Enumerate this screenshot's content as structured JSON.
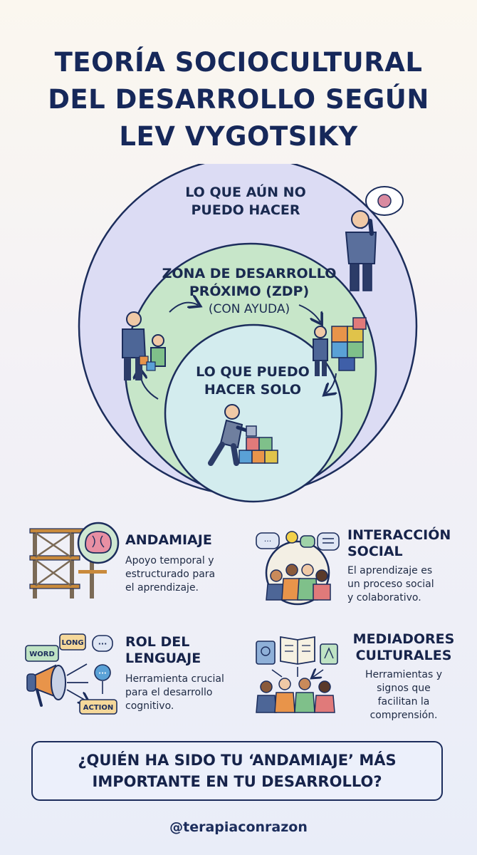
{
  "title": {
    "lines": [
      "TEORÍA SOCIOCULTURAL",
      "DEL DESARROLLO SEGÚN",
      "LEV VYGOTSIKY"
    ]
  },
  "diagram": {
    "outer": {
      "lines": [
        "LO QUE AÚN NO",
        "PUEDO HACER"
      ]
    },
    "middle": {
      "lines": [
        "ZONA DE DESARROLLO",
        "PRÓXIMO (ZDP)"
      ],
      "sub": "(CON AYUDA)"
    },
    "inner": {
      "lines": [
        "LO QUE PUEDO",
        "HACER SOLO"
      ]
    }
  },
  "features": [
    {
      "title_lines": [
        "ANDAMIAJE"
      ],
      "body_lines": [
        "Apoyo temporal y",
        "estructurado para",
        "el aprendizaje."
      ]
    },
    {
      "title_lines": [
        "INTERACCIÓN",
        "SOCIAL"
      ],
      "body_lines": [
        "El aprendizaje es",
        "un proceso social",
        "y colaborativo."
      ]
    },
    {
      "title_lines": [
        "ROL DEL",
        "LENGUAJE"
      ],
      "body_lines": [
        "Herramienta crucial",
        "para el desarrollo",
        "cognitivo."
      ]
    },
    {
      "title_lines": [
        "MEDIADORES",
        "CULTURALES"
      ],
      "body_lines": [
        "Herramientas y",
        "signos que",
        "facilitan la",
        "comprensión."
      ]
    }
  ],
  "language_icon": {
    "word": "WORD",
    "long": "LONG",
    "action": "ACTION"
  },
  "question": {
    "lines": [
      "¿QUIÉN HA SIDO TU ‘ANDAMIAJE’ MÁS",
      "IMPORTANTE EN TU DESARROLLO?"
    ]
  },
  "handle": "@terapiaconrazon",
  "colors": {
    "outer_circle": "#dcdcf4",
    "middle_circle": "#c7e6c9",
    "inner_circle": "#d3ecee",
    "outline": "#1c2d5c"
  }
}
